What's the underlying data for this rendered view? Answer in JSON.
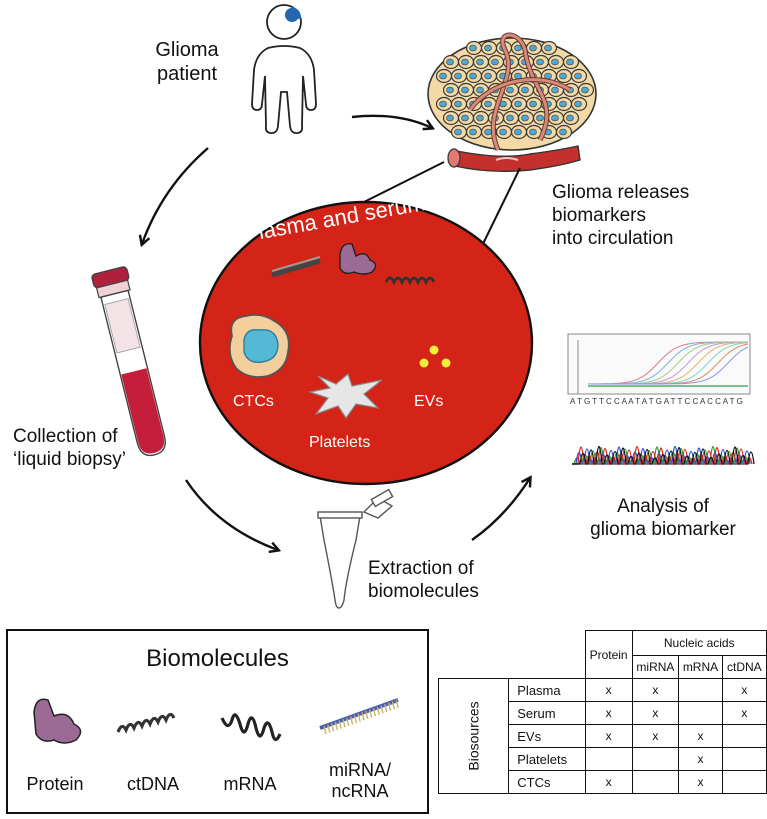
{
  "labels": {
    "patient": [
      "Glioma",
      "patient"
    ],
    "release": [
      "Glioma releases",
      "biomarkers",
      "into circulation"
    ],
    "collection": [
      "Collection of",
      "‘liquid biopsy’"
    ],
    "extraction": [
      "Extraction of",
      "biomolecules"
    ],
    "analysis": [
      "Analysis of",
      "glioma biomarker"
    ]
  },
  "circle": {
    "title": "Plasma and serum",
    "ctcs": "CTCs",
    "platelets": "Platelets",
    "evs": "EVs"
  },
  "sequence_text": "A T G T T C C A A T A T G A T T C C A C C A T G",
  "biomolecules": {
    "title": "Biomolecules",
    "items": [
      "Protein",
      "ctDNA",
      "mRNA",
      "miRNA/\nncRNA"
    ]
  },
  "table": {
    "header_protein": "Protein",
    "header_nucleic": "Nucleic acids",
    "subheaders": [
      "miRNA",
      "mRNA",
      "ctDNA"
    ],
    "row_group": "Biosources",
    "rows": [
      {
        "name": "Plasma",
        "cells": [
          "x",
          "x",
          "",
          "x"
        ]
      },
      {
        "name": "Serum",
        "cells": [
          "x",
          "x",
          "",
          "x"
        ]
      },
      {
        "name": "EVs",
        "cells": [
          "x",
          "x",
          "x",
          ""
        ]
      },
      {
        "name": "Platelets",
        "cells": [
          "",
          "",
          "x",
          ""
        ]
      },
      {
        "name": "CTCs",
        "cells": [
          "x",
          "",
          "x",
          ""
        ]
      }
    ]
  },
  "colors": {
    "blood": "#d42317",
    "protein": "#9b6a95",
    "cell_fill": "#f0d8a8",
    "nucleus": "#55b9d6"
  }
}
